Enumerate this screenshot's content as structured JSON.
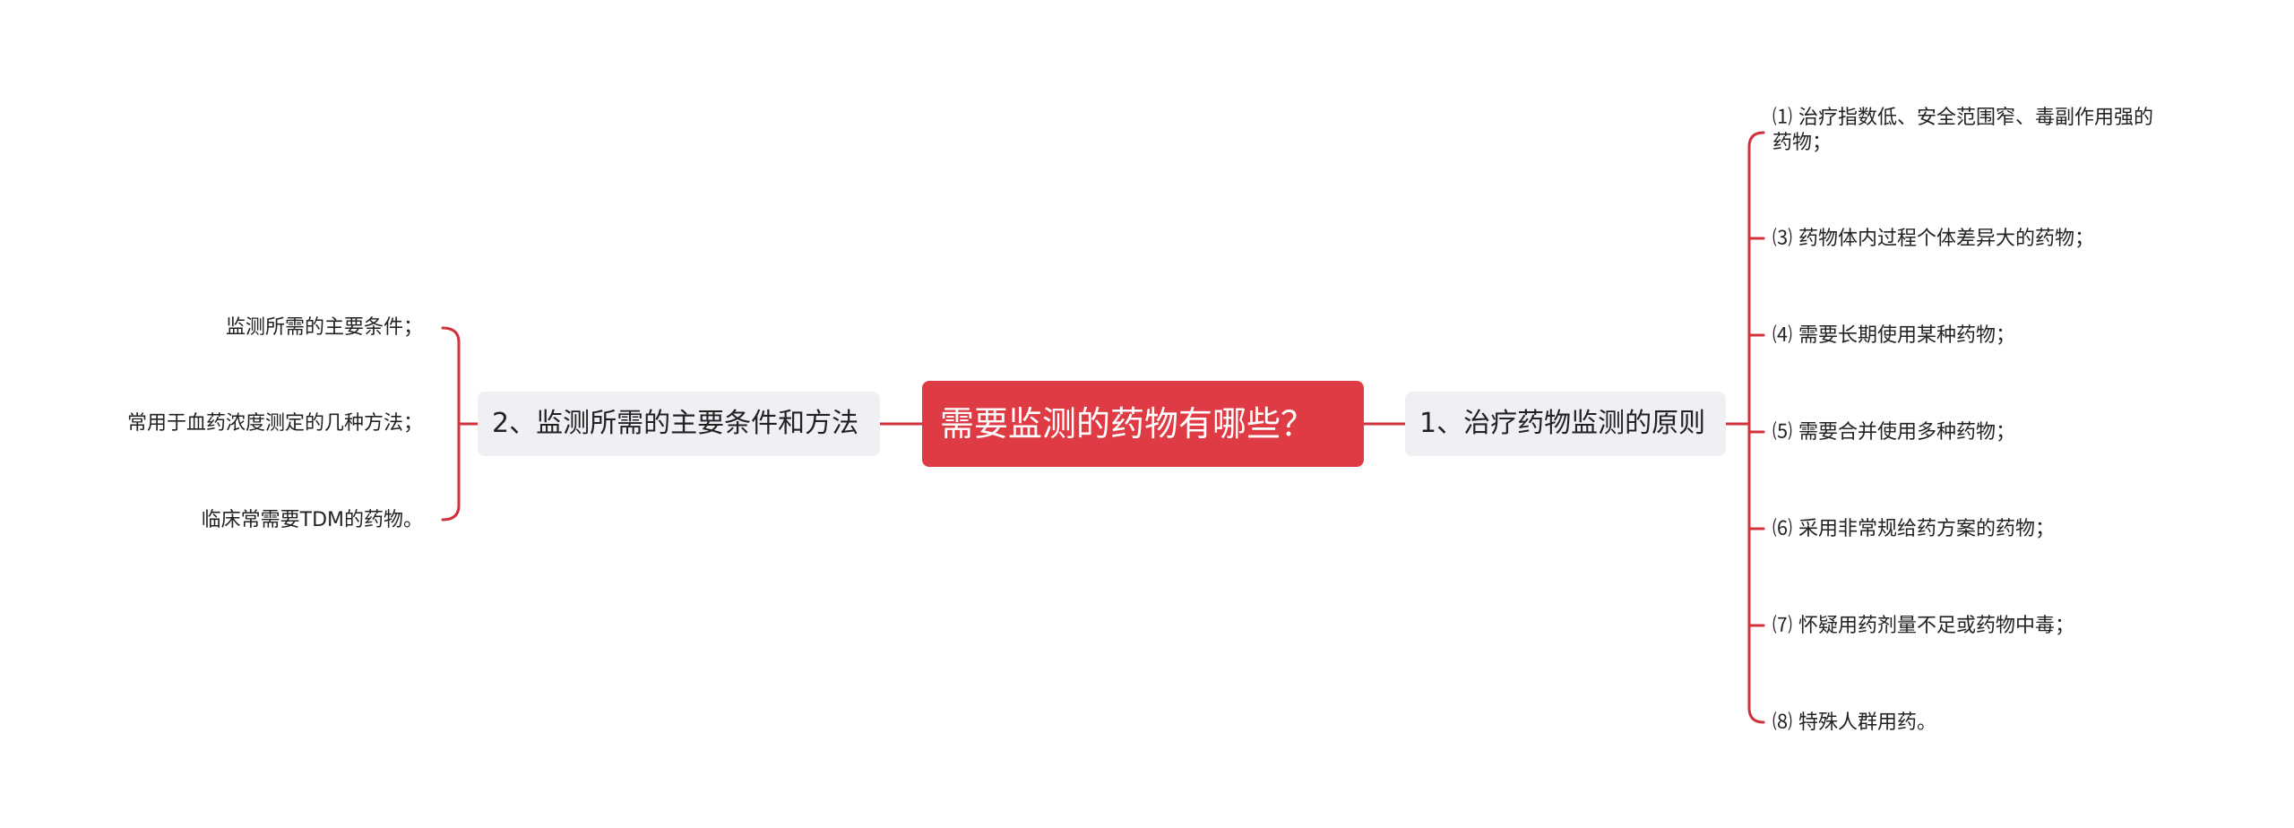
{
  "root": {
    "label": "需要监测的药物有哪些？"
  },
  "right_branch": {
    "label": "1、治疗药物监测的原则",
    "items": [
      {
        "line1": "⑴ 治疗指数低、安全范围窄、毒副作用强的",
        "line2": "药物；"
      },
      {
        "line1": "⑶ 药物体内过程个体差异大的药物；"
      },
      {
        "line1": "⑷ 需要长期使用某种药物；"
      },
      {
        "line1": "⑸ 需要合并使用多种药物；"
      },
      {
        "line1": "⑹ 采用非常规给药方案的药物；"
      },
      {
        "line1": "⑺ 怀疑用药剂量不足或药物中毒；"
      },
      {
        "line1": "⑻ 特殊人群用药。"
      }
    ]
  },
  "left_branch": {
    "label": "2、监测所需的主要条件和方法",
    "items": [
      {
        "line1": "监测所需的主要条件；"
      },
      {
        "line1": "常用于血药浓度测定的几种方法；"
      },
      {
        "line1": "临床常需要TDM的药物。"
      }
    ]
  },
  "colors": {
    "root_fill": "#df3b44",
    "branch_fill": "#eef0f4",
    "connector": "#d0323c"
  }
}
